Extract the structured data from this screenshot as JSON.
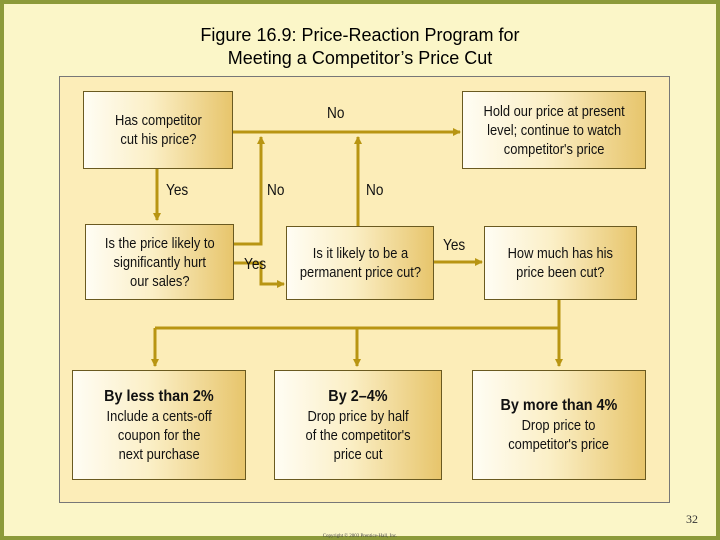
{
  "title": {
    "line1": "Figure 16.9: Price-Reaction Program for",
    "line2": "Meeting a Competitor’s Price Cut"
  },
  "boxes": {
    "has_competitor_cut": "Has competitor\ncut his price?",
    "hold_price": "Hold our price at present\nlevel; continue to watch\ncompetitor's price",
    "likely_hurt_sales": "Is the price likely to\nsignificantly hurt\nour sales?",
    "permanent_cut": "Is it likely to be a\npermanent price cut?",
    "how_much_cut": "How much has his\nprice been cut?",
    "less_than_2": {
      "heading": "By less than 2%",
      "body": "Include a cents-off\ncoupon for the\nnext purchase"
    },
    "two_to_four": {
      "heading": "By 2–4%",
      "body": "Drop price by half\nof the competitor's\nprice cut"
    },
    "more_than_4": {
      "heading": "By more than 4%",
      "body": "Drop price to\ncompetitor's price"
    }
  },
  "labels": {
    "no_top": "No",
    "yes_left": "Yes",
    "no_mid_left": "No",
    "no_mid_right": "No",
    "yes_mid": "Yes",
    "yes_right": "Yes"
  },
  "colors": {
    "arrow": "#b89512",
    "background": "#fbf6c8",
    "panel": "#fcedb8"
  },
  "footer": {
    "page_number": "32",
    "copyright": "Copyright © 2003 Prentice-Hall, Inc."
  }
}
